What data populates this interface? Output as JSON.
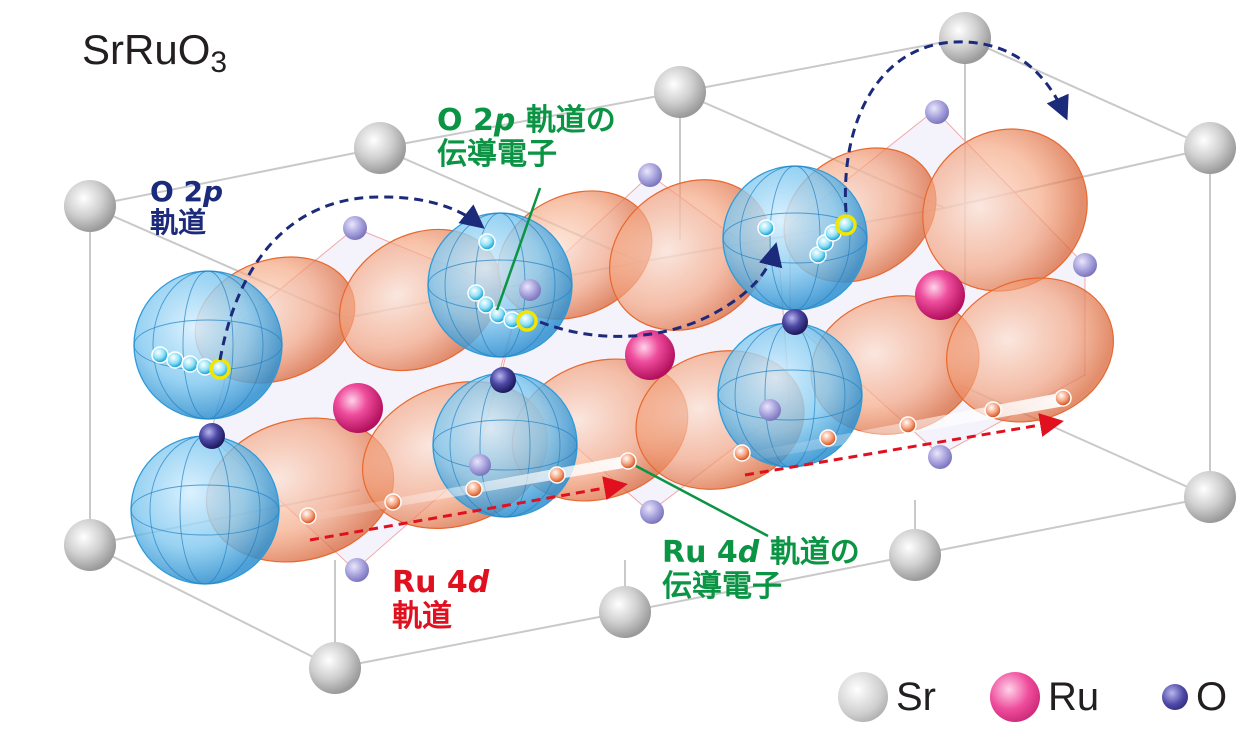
{
  "title": {
    "main": "SrRuO",
    "sub": "3"
  },
  "labels": {
    "o2p_orbital_line1": "O 2",
    "o2p_orbital_p": "p",
    "o2p_orbital_line2": "軌道",
    "o2p_electron_line1_a": "O 2",
    "o2p_electron_p": "p",
    "o2p_electron_line1_b": " 軌道の",
    "o2p_electron_line2": "伝導電子",
    "ru4d_orbital_line1": "Ru 4",
    "ru4d_orbital_d": "d",
    "ru4d_orbital_line2": "軌道",
    "ru4d_electron_line1_a": "Ru 4",
    "ru4d_electron_d": "d",
    "ru4d_electron_line1_b": " 軌道の",
    "ru4d_electron_line2": "伝導電子"
  },
  "legend": [
    {
      "label": "Sr",
      "color": "#b5b5b5"
    },
    {
      "label": "Ru",
      "color": "#e6308a"
    },
    {
      "label": "O",
      "color": "#3c3a8c"
    }
  ],
  "colors": {
    "o2p_label": "#1b2a7a",
    "o2p_path": "#1b2a7a",
    "electron_label": "#0b9444",
    "ru4d_label": "#e0101f",
    "ru4d_path": "#e0101f",
    "o_orbital_fill": "#5fb7e8",
    "ru_orbital_fill": "#f08a5d"
  },
  "icons": [
    "sr-atom-icon",
    "ru-atom-icon",
    "o-atom-icon",
    "electron-icon"
  ]
}
